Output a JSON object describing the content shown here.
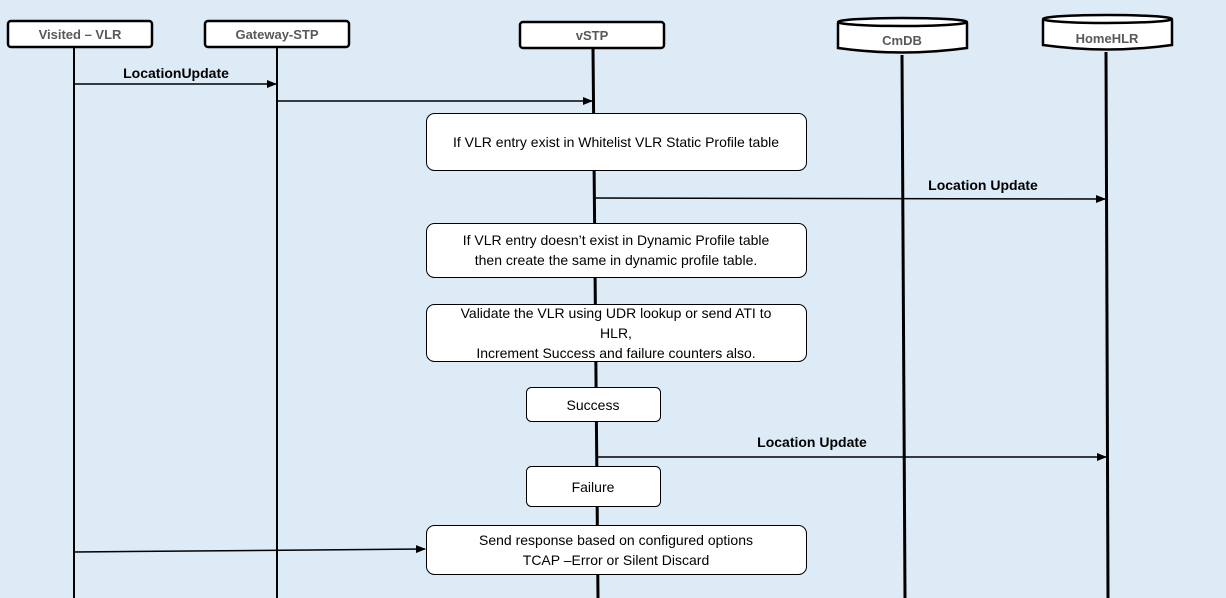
{
  "colors": {
    "background": "#ddebf7",
    "box_fill": "#ffffff",
    "stroke": "#000000",
    "actor_text": "#595959"
  },
  "participants": [
    {
      "id": "visited-vlr",
      "label": "Visited – VLR",
      "shape": "rectangle"
    },
    {
      "id": "gateway-stp",
      "label": "Gateway-STP",
      "shape": "rectangle"
    },
    {
      "id": "vstp",
      "label": "vSTP",
      "shape": "rectangle"
    },
    {
      "id": "cmdb",
      "label": "CmDB",
      "shape": "database-cylinder"
    },
    {
      "id": "homehlr",
      "label": "HomeHLR",
      "shape": "database-cylinder"
    }
  ],
  "messages": [
    {
      "id": "msg-location-update-1",
      "from": "visited-vlr",
      "to": "gateway-stp",
      "label": "LocationUpdate"
    },
    {
      "id": "msg-forward-vstp",
      "from": "gateway-stp",
      "to": "vstp",
      "label": ""
    },
    {
      "id": "msg-location-update-2",
      "from": "vstp",
      "to": "homehlr",
      "label": "Location Update"
    },
    {
      "id": "msg-location-update-3",
      "from": "vstp",
      "to": "homehlr",
      "label": "Location Update"
    },
    {
      "id": "msg-vlr-to-response",
      "from": "visited-vlr",
      "to": "response-box",
      "label": ""
    }
  ],
  "boxes": {
    "whitelist": {
      "lines": [
        "If VLR entry exist in Whitelist VLR Static Profile table"
      ]
    },
    "dynamic": {
      "lines": [
        "If VLR entry doesn’t exist in Dynamic Profile table",
        "then create the same in dynamic profile table."
      ]
    },
    "validate": {
      "lines": [
        "Validate the VLR using UDR lookup or send ATI to",
        "HLR,",
        "Increment Success and failure counters also."
      ]
    },
    "success": {
      "lines": [
        "Success"
      ]
    },
    "failure": {
      "lines": [
        "Failure"
      ]
    },
    "response": {
      "lines": [
        "Send response based on configured options",
        "TCAP –Error or Silent Discard"
      ]
    }
  }
}
